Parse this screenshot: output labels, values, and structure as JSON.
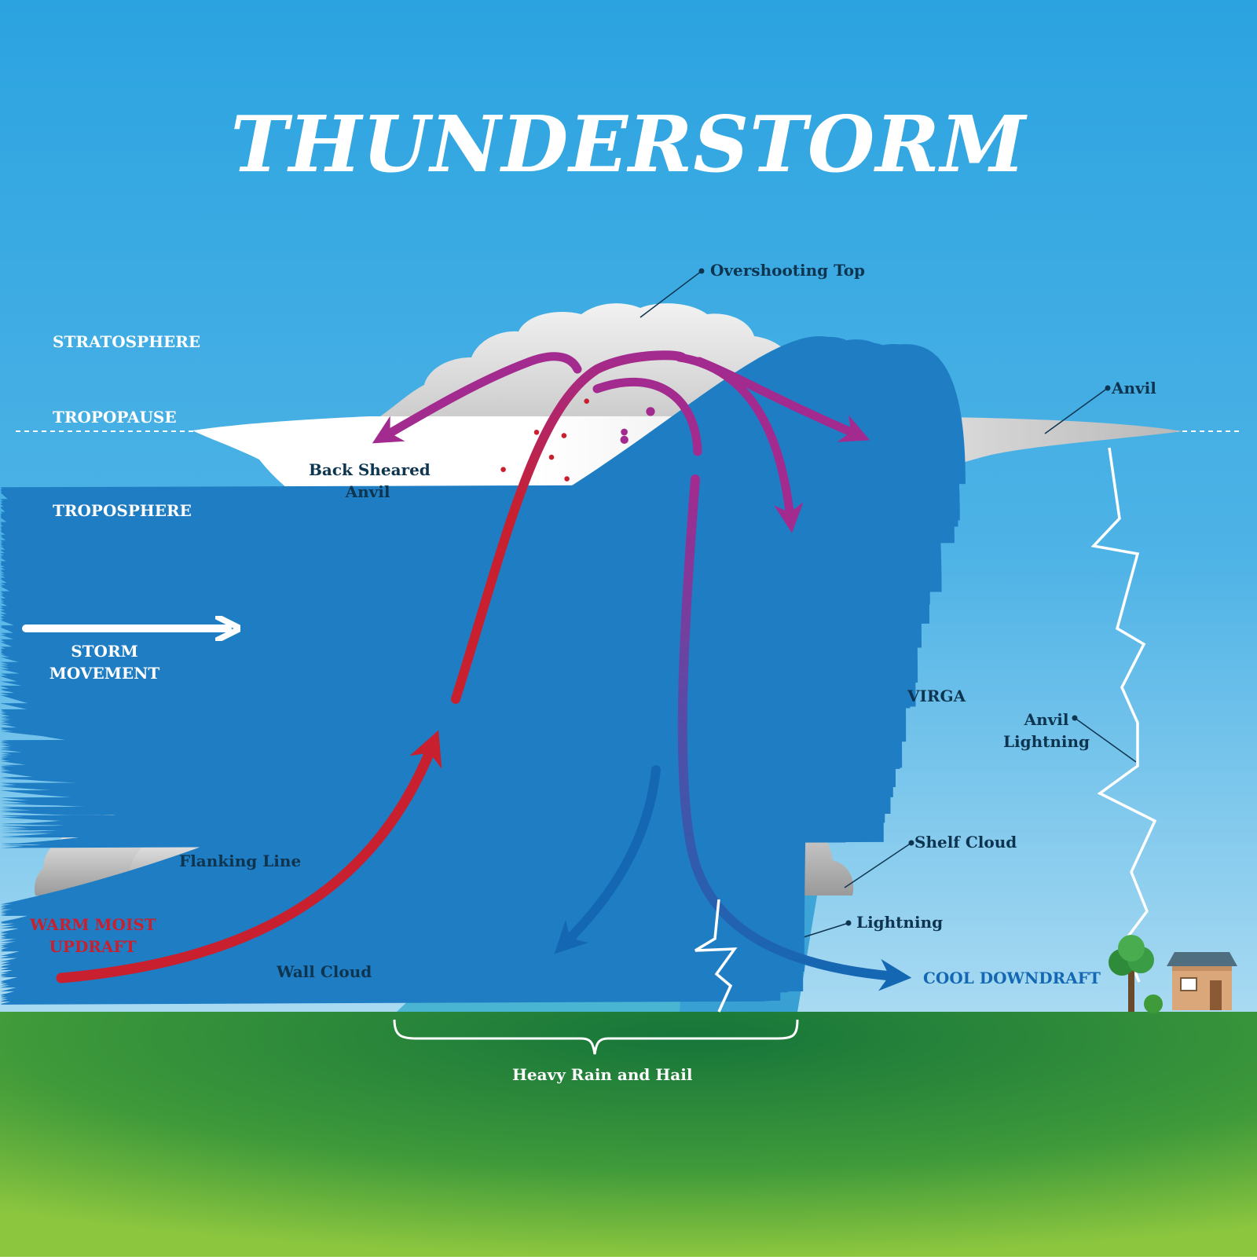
{
  "title": "THUNDERSTORM",
  "layers": {
    "stratosphere": "STRATOSPHERE",
    "tropopause": "TROPOPAUSE",
    "troposphere": "TROPOSPHERE"
  },
  "storm_movement": [
    "STORM",
    "MOVEMENT"
  ],
  "labels": {
    "overshooting_top": "Overshooting Top",
    "anvil": "Anvil",
    "back_sheared_anvil": [
      "Back Sheared",
      "Anvil"
    ],
    "virga": "VIRGA",
    "anvil_lightning": [
      "Anvil",
      "Lightning"
    ],
    "flanking_line": "Flanking Line",
    "shelf_cloud": "Shelf Cloud",
    "lightning": "Lightning",
    "warm_moist_updraft": [
      "WARM MOIST",
      "UPDRAFT"
    ],
    "wall_cloud": "Wall Cloud",
    "cool_downdraft": "COOL DOWNDRAFT",
    "heavy_rain_and_hail": "Heavy Rain and Hail"
  },
  "colors": {
    "sky_top": "#2ba3e0",
    "sky_bottom": "#a9daf2",
    "ground_light": "#8cc63f",
    "ground_dark": "#16753a",
    "updraft": "#c8202e",
    "downdraft": "#1468b3",
    "divergence": "#a32a8f",
    "rain": "#1f7dc4",
    "label_dark": "#0e3550"
  },
  "icons": [
    "storm-movement-arrow-icon",
    "tree-icon",
    "house-icon",
    "lightning-bolt-icon",
    "raindrop-icon"
  ]
}
